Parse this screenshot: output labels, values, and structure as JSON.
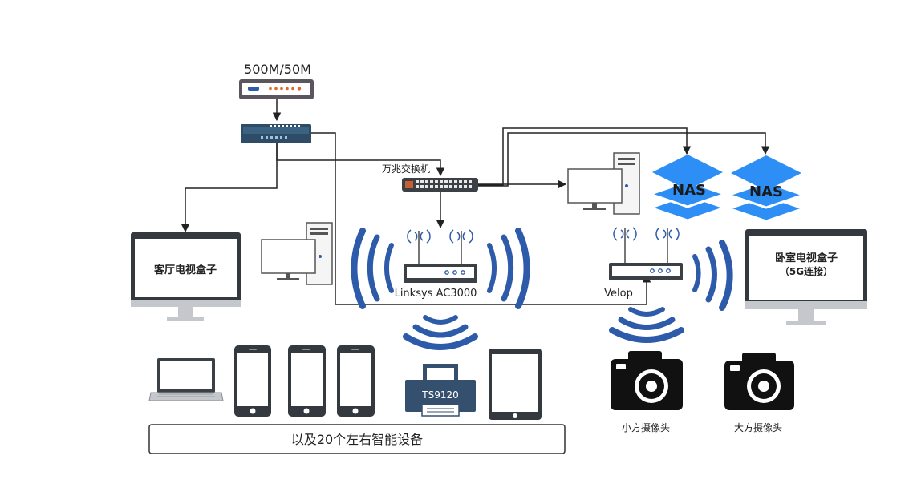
{
  "colors": {
    "wifi": "#2d5ba9",
    "device_dark": "#3b3f46",
    "modem": "#5b5560",
    "switch_body": "#2f4c67",
    "screen_frame": "#34383f",
    "stand": "#c4c8cc",
    "nas": "#2d8ff5",
    "printer": "#35506e",
    "camera": "#111111",
    "line": "#222222"
  },
  "labels": {
    "isp_speed": "500M/50M",
    "switch_10g": "万兆交换机",
    "router_main": "Linksys AC3000",
    "router_velop": "Velop",
    "living_tv": "客厅电视盒子",
    "bedroom_tv_line1": "卧室电视盒子",
    "bedroom_tv_line2": "（5G连接）",
    "nas_1": "NAS",
    "nas_2": "NAS",
    "printer": "TS9120",
    "smart_devices": "以及20个左右智能设备",
    "camera_small": "小方摄像头",
    "camera_large": "大方摄像头"
  },
  "icons": {
    "modem": "modem-icon",
    "switch": "network-switch-icon",
    "router": "wifi-router-icon",
    "monitor": "monitor-icon",
    "desktop": "desktop-computer-icon",
    "nas": "nas-stack-icon",
    "laptop": "laptop-icon",
    "phone": "smartphone-icon",
    "tablet": "tablet-icon",
    "printer": "printer-icon",
    "camera": "camera-icon",
    "wifi": "wifi-signal-icon"
  }
}
